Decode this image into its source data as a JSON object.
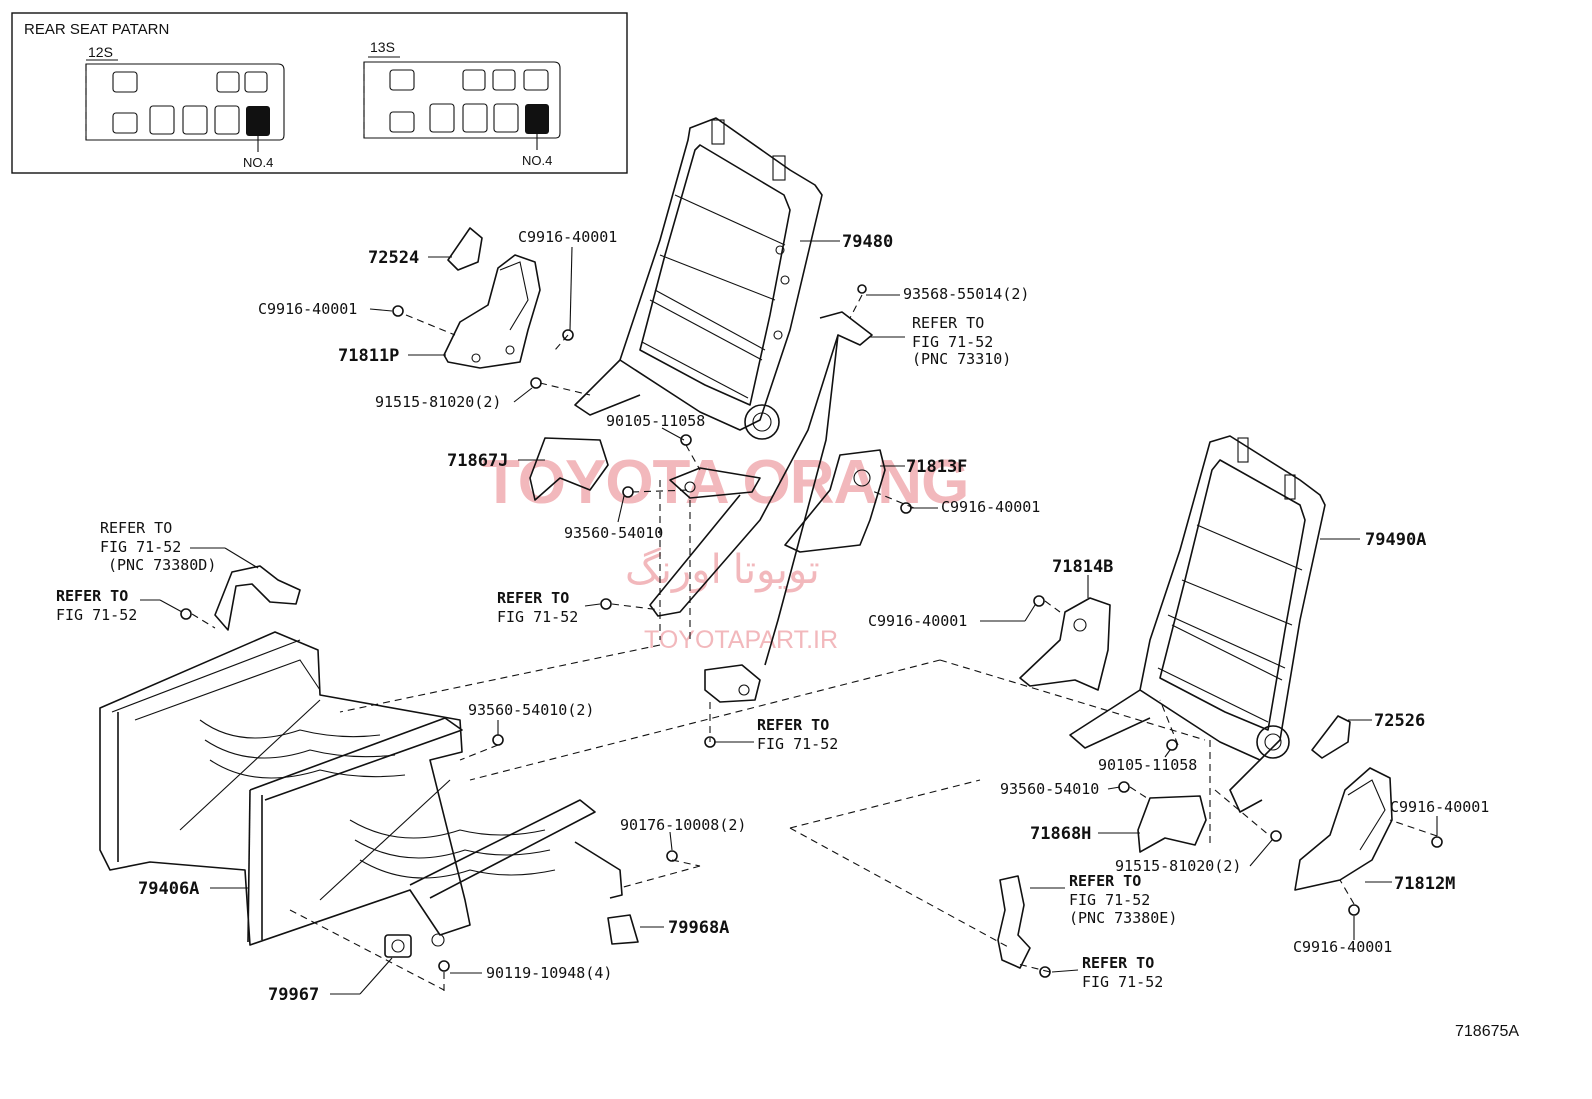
{
  "inset": {
    "title": "REAR SEAT PATARN",
    "layout_12s": "12S",
    "layout_13s": "13S",
    "marker_12s": "NO.4",
    "marker_13s": "NO.4"
  },
  "watermark": {
    "latin": "TOYOTA ORANG",
    "persian": "تویوتا اورنگ",
    "site": "TOYOTAPART.IR"
  },
  "figure_id": "718675A",
  "labels": {
    "p72524": "72524",
    "c9916_a": "C9916-40001",
    "c9916_b": "C9916-40001",
    "p71811p": "71811P",
    "p91515_a": "91515-81020(2)",
    "p79480": "79480",
    "p93568": "93568-55014(2)",
    "refer_1a": "REFER TO",
    "refer_1b": "FIG 71-52",
    "refer_1c": "(PNC 73310)",
    "p90105_a": "90105-11058",
    "p71867j": "71867J",
    "p71813f": "71813F",
    "c9916_c": "C9916-40001",
    "p93560_a": "93560-54010",
    "refer_2a": "REFER TO",
    "refer_2b": "FIG 71-52",
    "refer_2c": "(PNC 73380D)",
    "refer_3a": "REFER TO",
    "refer_3b": "FIG 71-52",
    "refer_4a": "REFER TO",
    "refer_4b": "FIG 71-52",
    "p79490a": "79490A",
    "p71814b": "71814B",
    "c9916_d": "C9916-40001",
    "p93560_b": "93560-54010(2)",
    "refer_5a": "REFER TO",
    "refer_5b": "FIG 71-52",
    "p72526": "72526",
    "p90105_b": "90105-11058",
    "p93560_c": "93560-54010",
    "c9916_e": "C9916-40001",
    "p71868h": "71868H",
    "p91515_b": "91515-81020(2)",
    "p71812m": "71812M",
    "p90176": "90176-10008(2)",
    "p79406a": "79406A",
    "p79968a": "79968A",
    "p79967": "79967",
    "p90119": "90119-10948(4)",
    "refer_6a": "REFER TO",
    "refer_6b": "FIG 71-52",
    "refer_6c": "(PNC 73380E)",
    "refer_7a": "REFER TO",
    "refer_7b": "FIG 71-52",
    "c9916_f": "C9916-40001"
  }
}
